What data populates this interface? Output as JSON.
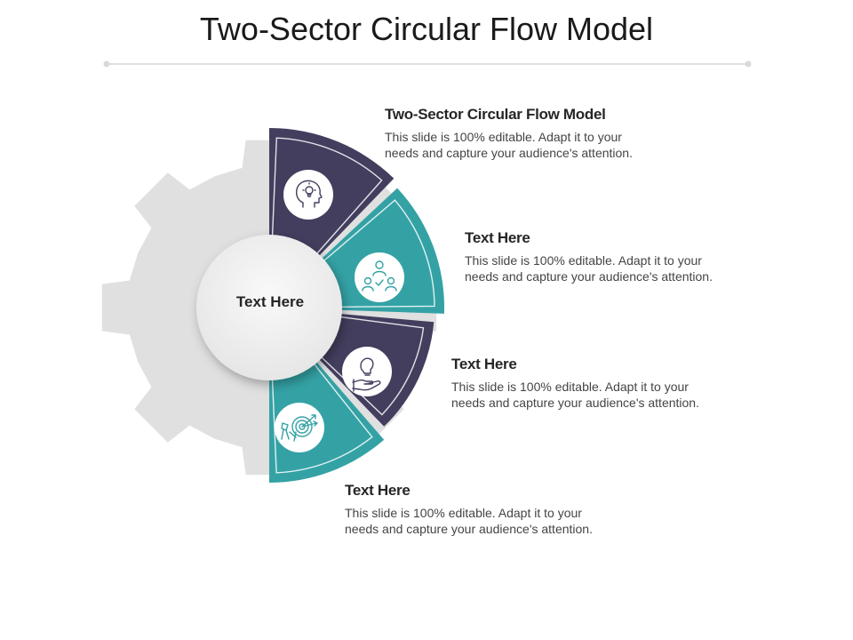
{
  "title": "Two-Sector Circular Flow Model",
  "center_label": "Text Here",
  "colors": {
    "navy": "#433e5e",
    "teal": "#34a2a5",
    "gear": "#e0e0e0",
    "divider": "#d9d9d9"
  },
  "items": [
    {
      "heading": "Two-Sector Circular Flow Model",
      "text": "This slide is 100% editable. Adapt it to your needs and capture your audience's attention.",
      "icon": "head-lightbulb-icon"
    },
    {
      "heading": "Text Here",
      "text": "This slide is 100% editable. Adapt it to your needs and capture your audience's attention.",
      "icon": "team-check-icon"
    },
    {
      "heading": "Text Here",
      "text": "This slide is 100% editable. Adapt it to your needs and capture your audience's attention.",
      "icon": "hand-lightbulb-icon"
    },
    {
      "heading": "Text Here",
      "text": "This slide is 100% editable. Adapt it to your needs and capture your audience's attention.",
      "icon": "target-arrows-icon"
    }
  ]
}
